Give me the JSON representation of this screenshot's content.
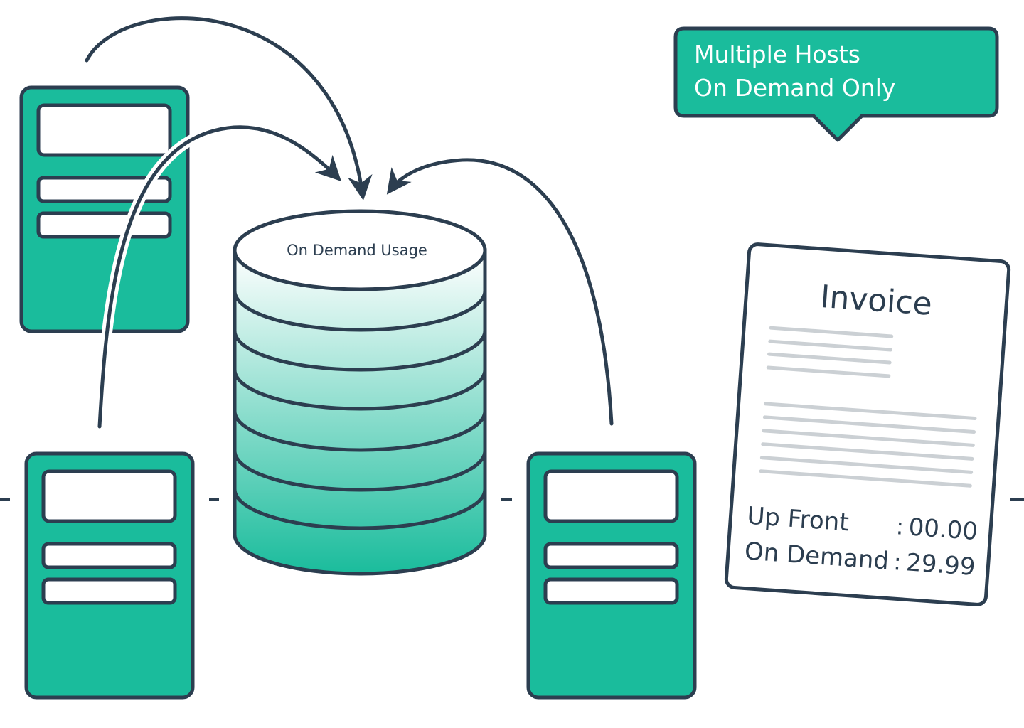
{
  "callout": {
    "line1": "Multiple Hosts",
    "line2": "On Demand Only"
  },
  "database": {
    "label": "On Demand Usage"
  },
  "invoice": {
    "title": "Invoice",
    "rows": [
      {
        "label": "Up Front",
        "sep": ":",
        "value": "00.00"
      },
      {
        "label": "On Demand",
        "sep": ":",
        "value": "29.99"
      }
    ]
  },
  "colors": {
    "accent": "#1abc9c",
    "outline": "#2c3e50",
    "invoice_lines": "#cbd0d4",
    "white": "#ffffff"
  }
}
